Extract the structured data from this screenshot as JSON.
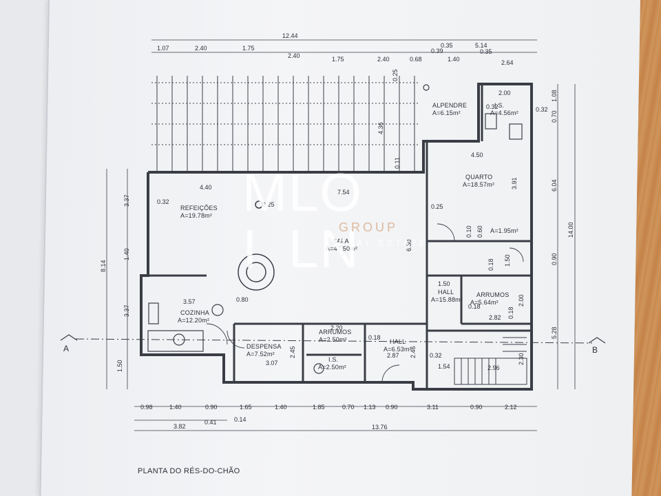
{
  "plan": {
    "title": "PLANTA DO RÉS-DO-CHÃO",
    "section_labels": [
      "A",
      "B"
    ],
    "rooms": [
      {
        "id": "refeicoes",
        "name": "REFEIÇÕES",
        "area": "A=19.78m²"
      },
      {
        "id": "sala",
        "name": "SALA",
        "area": "A=47.50m²"
      },
      {
        "id": "cozinha",
        "name": "COZINHA",
        "area": "A=12.20m²"
      },
      {
        "id": "despensa",
        "name": "DESPENSA",
        "area": "A=7.52m²"
      },
      {
        "id": "arrumos1",
        "name": "ARRUMOS",
        "area": "A=2.50m²"
      },
      {
        "id": "is",
        "name": "I.S.",
        "area": "A=2.50m²"
      },
      {
        "id": "hall1",
        "name": "HALL",
        "area": "A=6.53m²"
      },
      {
        "id": "hall2",
        "name": "HALL",
        "area": "A=15.88m²"
      },
      {
        "id": "arrumos2",
        "name": "ARRUMOS",
        "area": "A=5.64m²"
      },
      {
        "id": "quarto",
        "name": "QUARTO",
        "area": "A=18.57m²"
      },
      {
        "id": "alpendre",
        "name": "ALPENDRE",
        "area": "A=6.15m²"
      },
      {
        "id": "wc",
        "name": "I.S.",
        "area": "A=4.56m²"
      },
      {
        "id": "closet",
        "name": "",
        "area": "A=1.95m²"
      }
    ],
    "top_dims": {
      "overall": "12.44",
      "row1": [
        "1.07",
        "2.40",
        "1.75",
        "2.40",
        "1.75",
        "2.40",
        "0.68",
        "1.40",
        "2.64"
      ],
      "right_small": [
        "0.35",
        "5.14",
        "0.39",
        "0.35"
      ]
    },
    "bottom_dims": {
      "row1": [
        "0.98",
        "1.40",
        "0.90",
        "1.65",
        "1.40",
        "1.85",
        "0.70",
        "1.13",
        "0.90",
        "3.11",
        "0.90",
        "2.12"
      ],
      "row2": [
        "3.82",
        "0.41",
        "0.14"
      ],
      "overall": "13.76"
    },
    "left_dims": [
      "3.37",
      "1.40",
      "3.37",
      "1.50",
      "8.14"
    ],
    "right_dims": [
      "1.08",
      "0.70",
      "6.04",
      "0.90",
      "5.28",
      "14.00"
    ],
    "interior_dims": [
      "4.40",
      "7.54",
      "0.32",
      "0.25",
      "0.25",
      "3.57",
      "0.80",
      "2.20",
      "0.18",
      "3.07",
      "2.45",
      "2.87",
      "2.46",
      "0.32",
      "1.54",
      "2.96",
      "2.30",
      "1.50",
      "0.18",
      "2.00",
      "2.82",
      "0.18",
      "4.50",
      "3.91",
      "0.18",
      "1.50",
      "0.10",
      "0.60",
      "6.30",
      "0.32",
      "2.00",
      "0.32",
      "4.36",
      "0.25",
      "0.11"
    ]
  },
  "watermark": {
    "letters": [
      "M",
      "I",
      "L",
      "L",
      "O",
      "N"
    ],
    "group": "GROUP",
    "sub": "REAL ESTATE"
  }
}
